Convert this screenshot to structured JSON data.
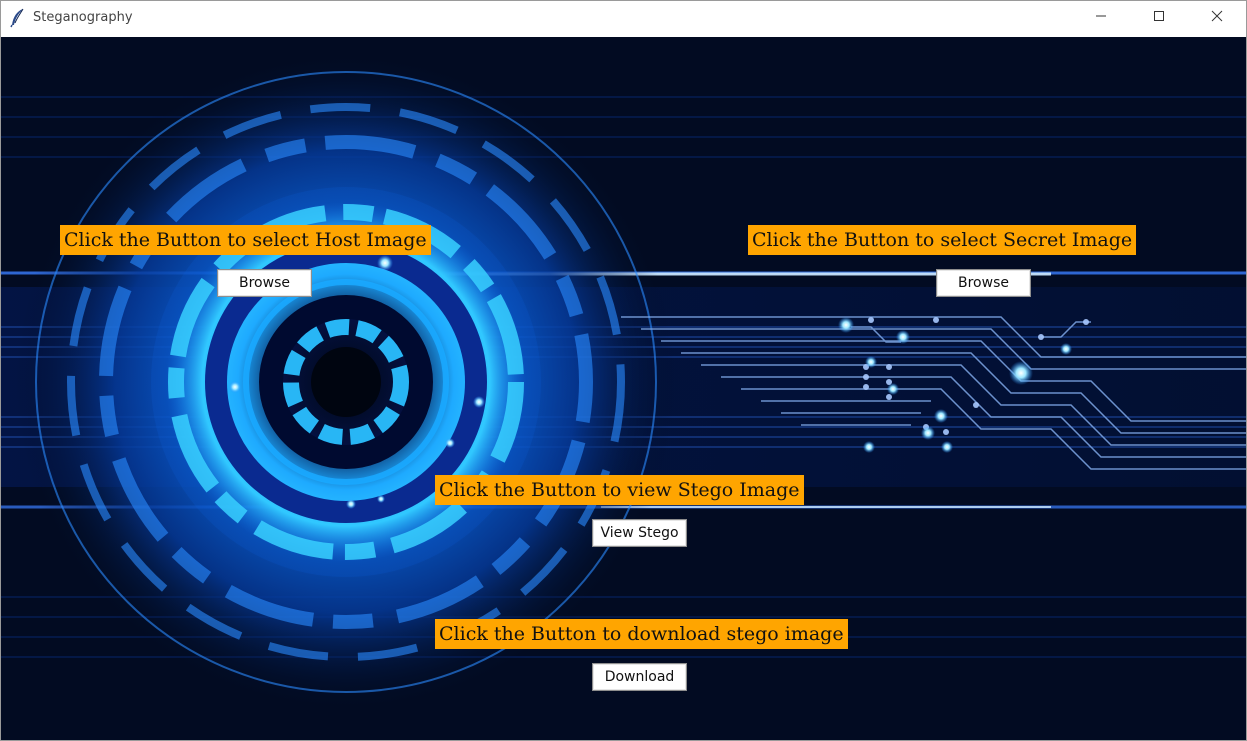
{
  "window": {
    "title": "Steganography",
    "icon": "feather-icon",
    "controls": [
      "minimize-icon",
      "maximize-icon",
      "close-icon"
    ]
  },
  "host": {
    "label": "Click the Button to select Host Image",
    "button": "Browse"
  },
  "secret": {
    "label": "Click the Button to select Secret Image",
    "button": "Browse"
  },
  "stego": {
    "label": "Click the Button to view Stego Image",
    "button": "View Stego"
  },
  "download": {
    "label": "Click the Button to download stego image",
    "button": "Download"
  },
  "colors": {
    "label_bg": "#ffa500",
    "background": "#020b22",
    "accent": "#1e90ff"
  }
}
